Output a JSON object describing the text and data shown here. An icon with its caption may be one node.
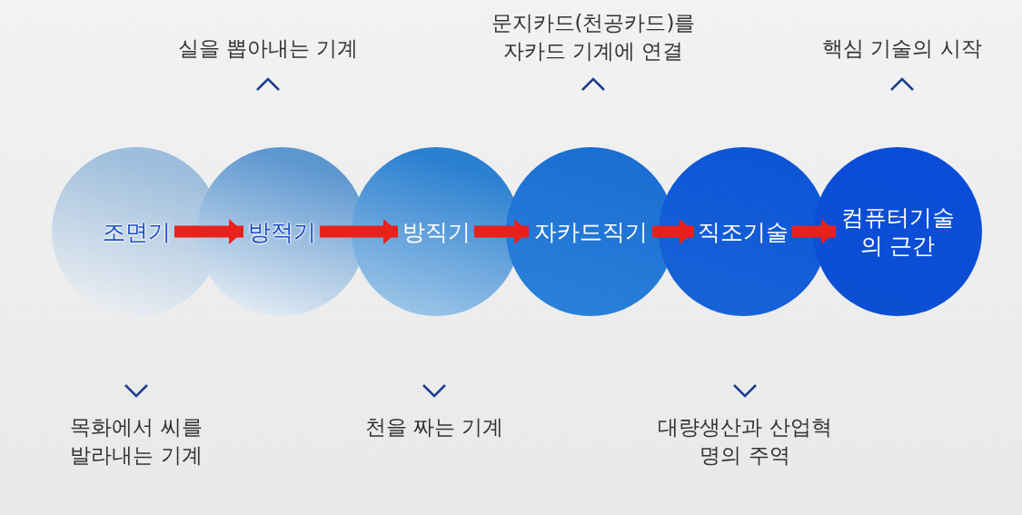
{
  "diagram": {
    "nodes": [
      {
        "text": [
          "조면기"
        ]
      },
      {
        "text": [
          "방적기"
        ]
      },
      {
        "text": [
          "방직기"
        ]
      },
      {
        "text": [
          "자카드직기"
        ]
      },
      {
        "text": [
          "직조기술"
        ]
      },
      {
        "text": [
          "컴퓨터기술 의 근간"
        ]
      }
    ],
    "edges": [
      {
        "from": 0,
        "to": 1,
        "arrow": "to"
      },
      {
        "from": 1,
        "to": 2,
        "arrow": "to"
      },
      {
        "from": 2,
        "to": 3,
        "arrow": "to"
      },
      {
        "from": 3,
        "to": 4,
        "arrow": "to"
      },
      {
        "from": 4,
        "to": 5,
        "arrow": "to"
      }
    ],
    "labels": [
      "실을 뽑아내는 기계",
      "문지카드(천공카드)를 자카드 기계에 연결",
      "핵심 기술의 시작",
      "목화에서 씨를 발라내는 기계",
      "천을 짜는 기계",
      "대량생산과 산업혁명의 주역"
    ]
  }
}
